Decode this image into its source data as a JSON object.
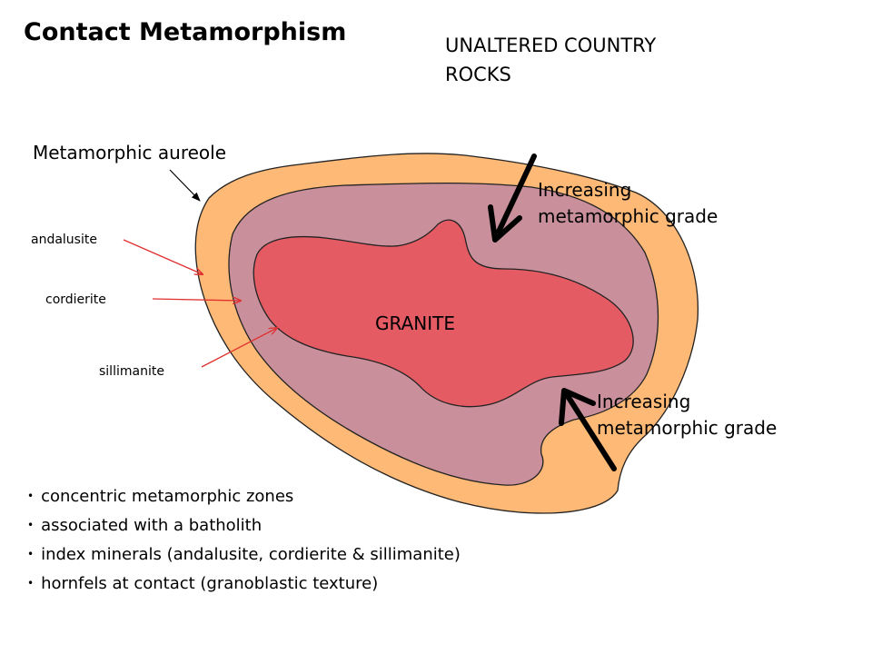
{
  "title": "Contact Metamorphism",
  "country_rocks": {
    "line1": "UNALTERED COUNTRY",
    "line2": "ROCKS"
  },
  "aureole_label": "Metamorphic aureole",
  "minerals": [
    "andalusite",
    "cordierite",
    "sillimanite"
  ],
  "granite_label": "GRANITE",
  "grade_labels": [
    {
      "line1": "Increasing",
      "line2": "metamorphic grade"
    },
    {
      "line1": "Increasing",
      "line2": "metamorphic grade"
    }
  ],
  "bullets": [
    "concentric metamorphic zones",
    "associated with a batholith",
    "index minerals (andalusite, cordierite & sillimanite)",
    "hornfels at contact (granoblastic texture)"
  ],
  "colors": {
    "outer_zone": "#FDB975",
    "middle_zone": "#C9909B",
    "granite": "#E45B64",
    "pointer_arrows": "#E03030"
  }
}
